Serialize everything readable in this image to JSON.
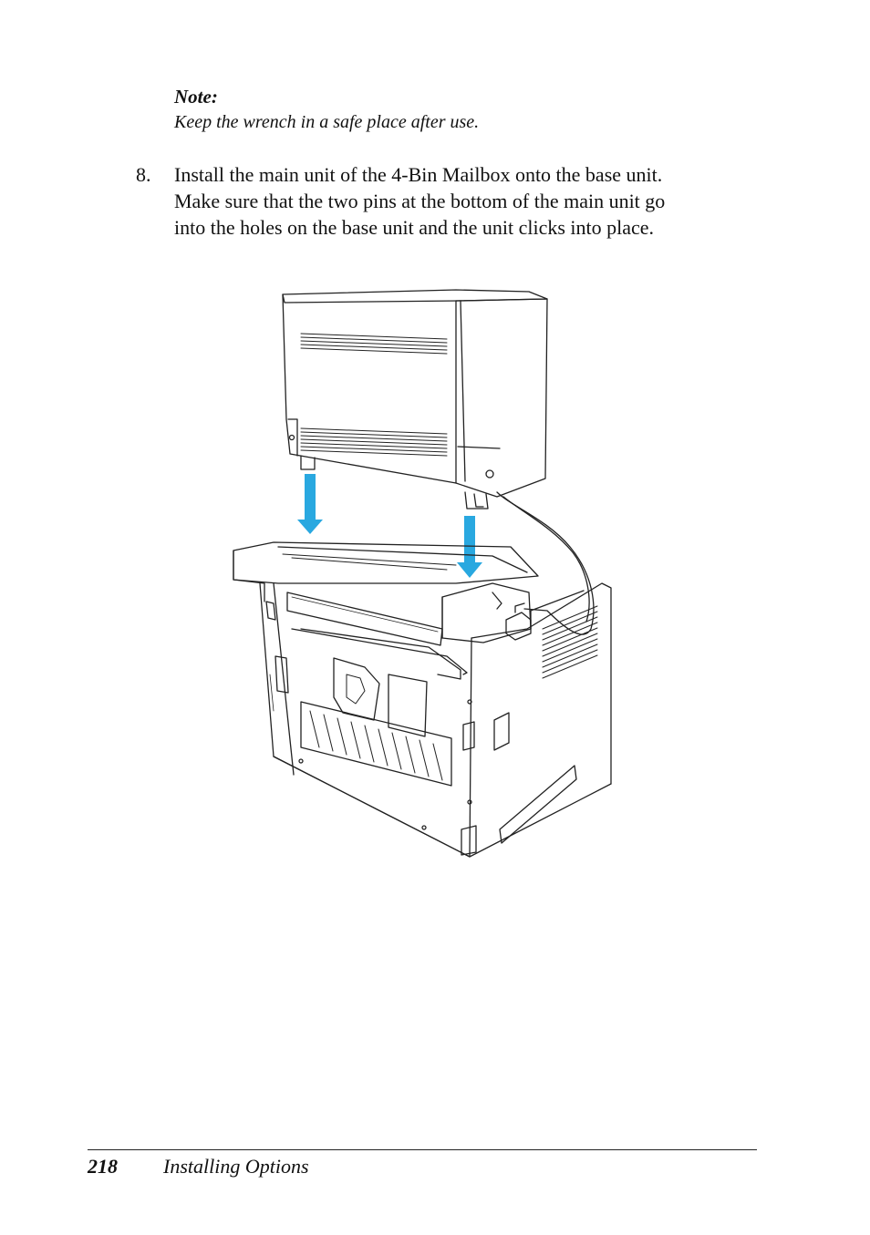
{
  "note": {
    "title": "Note:",
    "text": "Keep the wrench in a safe place after use."
  },
  "step": {
    "number": "8.",
    "lines": [
      "Install the main unit of the 4-Bin Mailbox onto the base unit.",
      "Make sure that the two pins at the bottom of the main unit go",
      "into the holes on the base unit and the unit clicks into place."
    ]
  },
  "figure": {
    "arrow_color": "#29a8e0"
  },
  "footer": {
    "page_number": "218",
    "section": "Installing Options"
  }
}
